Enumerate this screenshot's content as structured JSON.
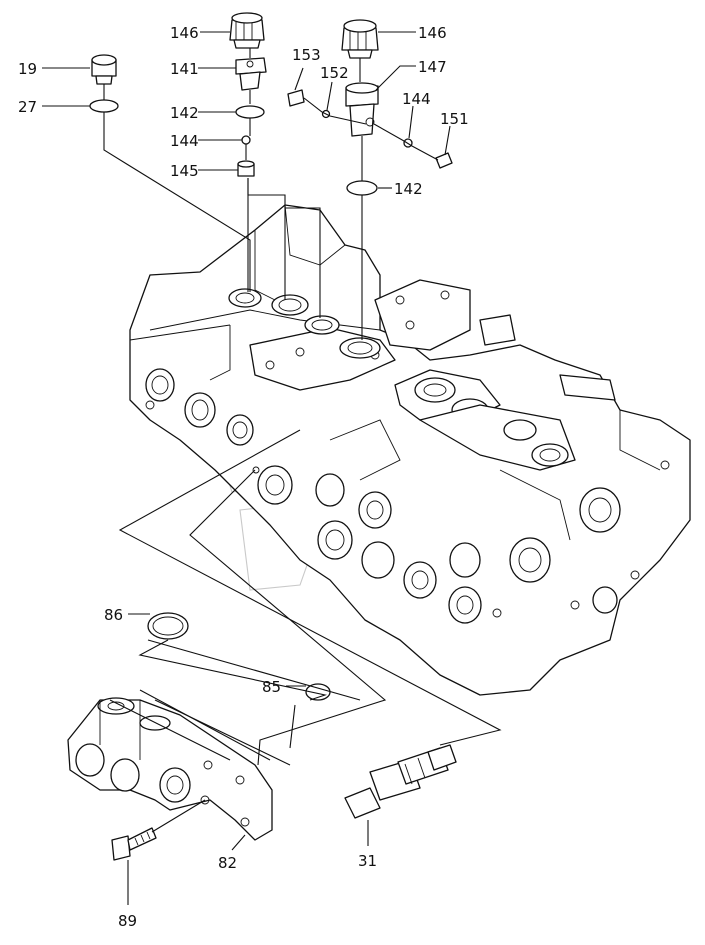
{
  "diagram": {
    "labels": {
      "p146a": "146",
      "p146b": "146",
      "p141": "141",
      "p142a": "142",
      "p144a": "144",
      "p145": "145",
      "p19": "19",
      "p27": "27",
      "p153": "153",
      "p152": "152",
      "p147": "147",
      "p144b": "144",
      "p151": "151",
      "p142b": "142",
      "p86": "86",
      "p85": "85",
      "p82": "82",
      "p31": "31",
      "p89": "89"
    }
  }
}
